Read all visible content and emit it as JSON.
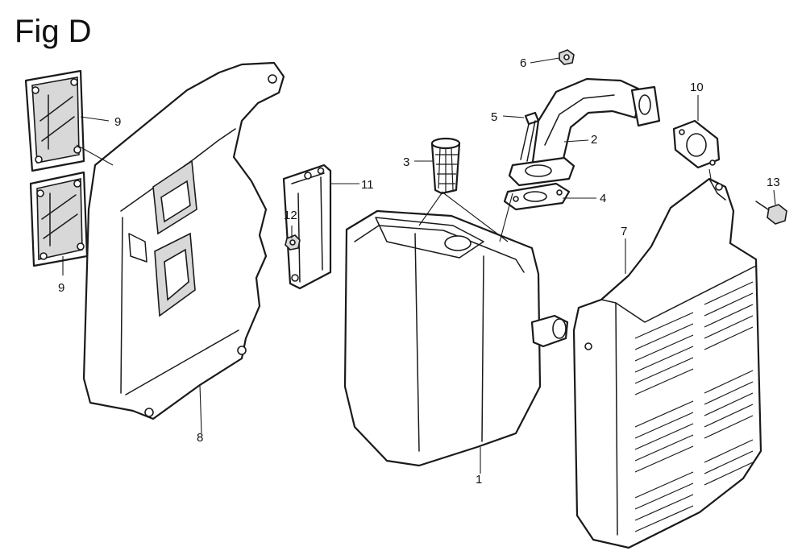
{
  "figure": {
    "title": "Fig D"
  },
  "callouts": [
    {
      "id": "c1",
      "text": "1"
    },
    {
      "id": "c2",
      "text": "2"
    },
    {
      "id": "c3",
      "text": "3"
    },
    {
      "id": "c4",
      "text": "4"
    },
    {
      "id": "c5",
      "text": "5"
    },
    {
      "id": "c6",
      "text": "6"
    },
    {
      "id": "c7",
      "text": "7"
    },
    {
      "id": "c8",
      "text": "8"
    },
    {
      "id": "c9a",
      "text": "9"
    },
    {
      "id": "c9b",
      "text": "9"
    },
    {
      "id": "c10",
      "text": "10"
    },
    {
      "id": "c11",
      "text": "11"
    },
    {
      "id": "c12",
      "text": "12"
    },
    {
      "id": "c13",
      "text": "13"
    }
  ]
}
